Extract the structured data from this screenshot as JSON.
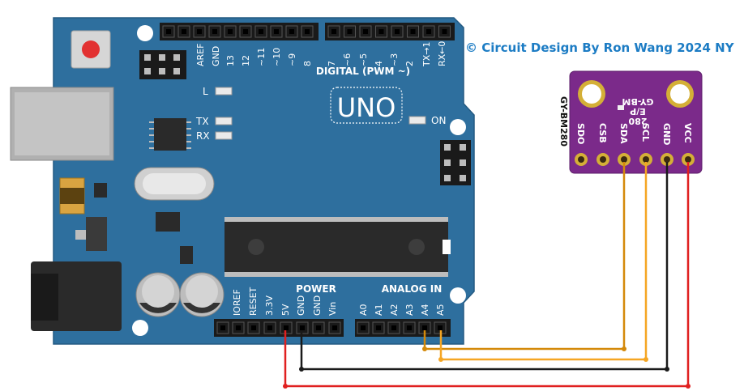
{
  "copyright": "© Circuit Design  By Ron Wang 2024 NY",
  "board": {
    "name": "UNO",
    "digital_header_label": "DIGITAL (PWM ~)",
    "power_header_label": "POWER",
    "analog_header_label": "ANALOG IN",
    "led_l": "L",
    "led_tx": "TX",
    "led_rx": "RX",
    "led_on": "ON",
    "digital_pins": [
      "AREF",
      "GND",
      "13",
      "12",
      "~11",
      "~10",
      "~9",
      "8",
      "7",
      "~6",
      "~5",
      "4",
      "~3",
      "2",
      "TX→1",
      "RX←0"
    ],
    "power_pins": [
      "IOREF",
      "RESET",
      "3.3V",
      "5V",
      "GND",
      "GND",
      "Vin"
    ],
    "analog_pins": [
      "A0",
      "A1",
      "A2",
      "A3",
      "A4",
      "A5"
    ]
  },
  "sensor": {
    "side_label": "GY-BM280",
    "chip_text": [
      "GY-BM",
      "E/P",
      "280"
    ],
    "pins": [
      "SDO",
      "CSB",
      "SDA",
      "SCL",
      "GND",
      "VCC"
    ]
  },
  "wires": [
    {
      "from": "A4",
      "to": "SDA",
      "color": "#d4890a"
    },
    {
      "from": "A5",
      "to": "SCL",
      "color": "#f5a623"
    },
    {
      "from": "GND",
      "to": "GND",
      "color": "#1a1a1a"
    },
    {
      "from": "5V",
      "to": "VCC",
      "color": "#e02020"
    }
  ]
}
